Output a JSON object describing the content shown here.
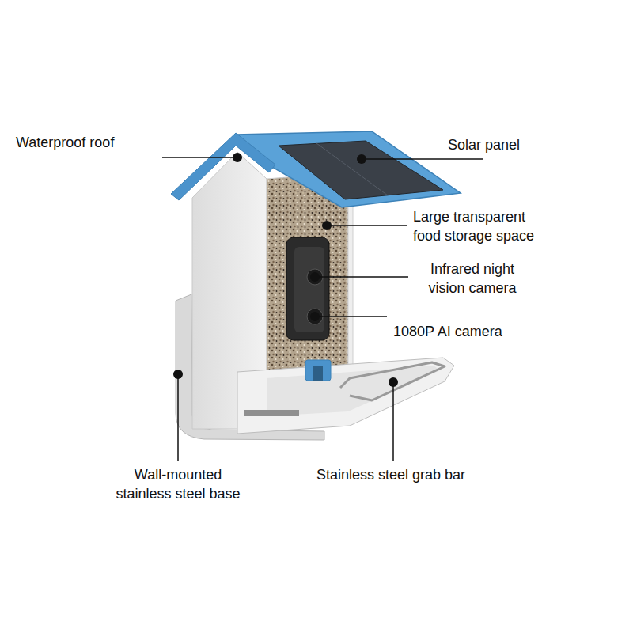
{
  "diagram": {
    "labels": [
      "Waterproof roof",
      "Solar panel",
      "Large transparent food storage space",
      "Infrared night vision camera",
      "1080P AI camera",
      "Wall-mounted stainless steel base",
      "Stainless steel grab bar"
    ]
  }
}
